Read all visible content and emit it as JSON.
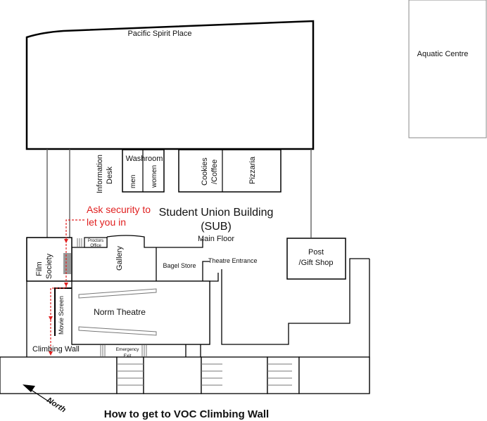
{
  "title": "How to get to VOC Climbing Wall",
  "labels": {
    "aquatic_centre": "Aquatic Centre",
    "pacific_spirit": "Pacific Spirit Place",
    "information_desk_1": "Information",
    "information_desk_2": "Desk",
    "washroom": "Washroom",
    "men": "men",
    "women": "women",
    "cookies_1": "Cookies",
    "cookies_2": "/Coffee",
    "pizzaria": "Pizzaria",
    "sub_1": "Student Union Building",
    "sub_2": "(SUB)",
    "main_floor": "Main Floor",
    "proctors_1": "Proctors",
    "proctors_2": "Office",
    "film_1": "Film",
    "film_2": "Society",
    "gallery": "Gallery",
    "bagel_store": "Bagel Store",
    "theatre_entrance": "Theatre Entrance",
    "post_1": "Post",
    "post_2": "/Gift Shop",
    "norm_theatre": "Norm Theatre",
    "movie_screen": "Movie Screen",
    "climbing_wall": "Climbing Wall",
    "emergency_1": "Emergency",
    "emergency_2": "Exit",
    "north": "North"
  },
  "instruction": {
    "line1": "Ask security to",
    "line2": "let you in"
  },
  "colors": {
    "route": "#e02020"
  }
}
